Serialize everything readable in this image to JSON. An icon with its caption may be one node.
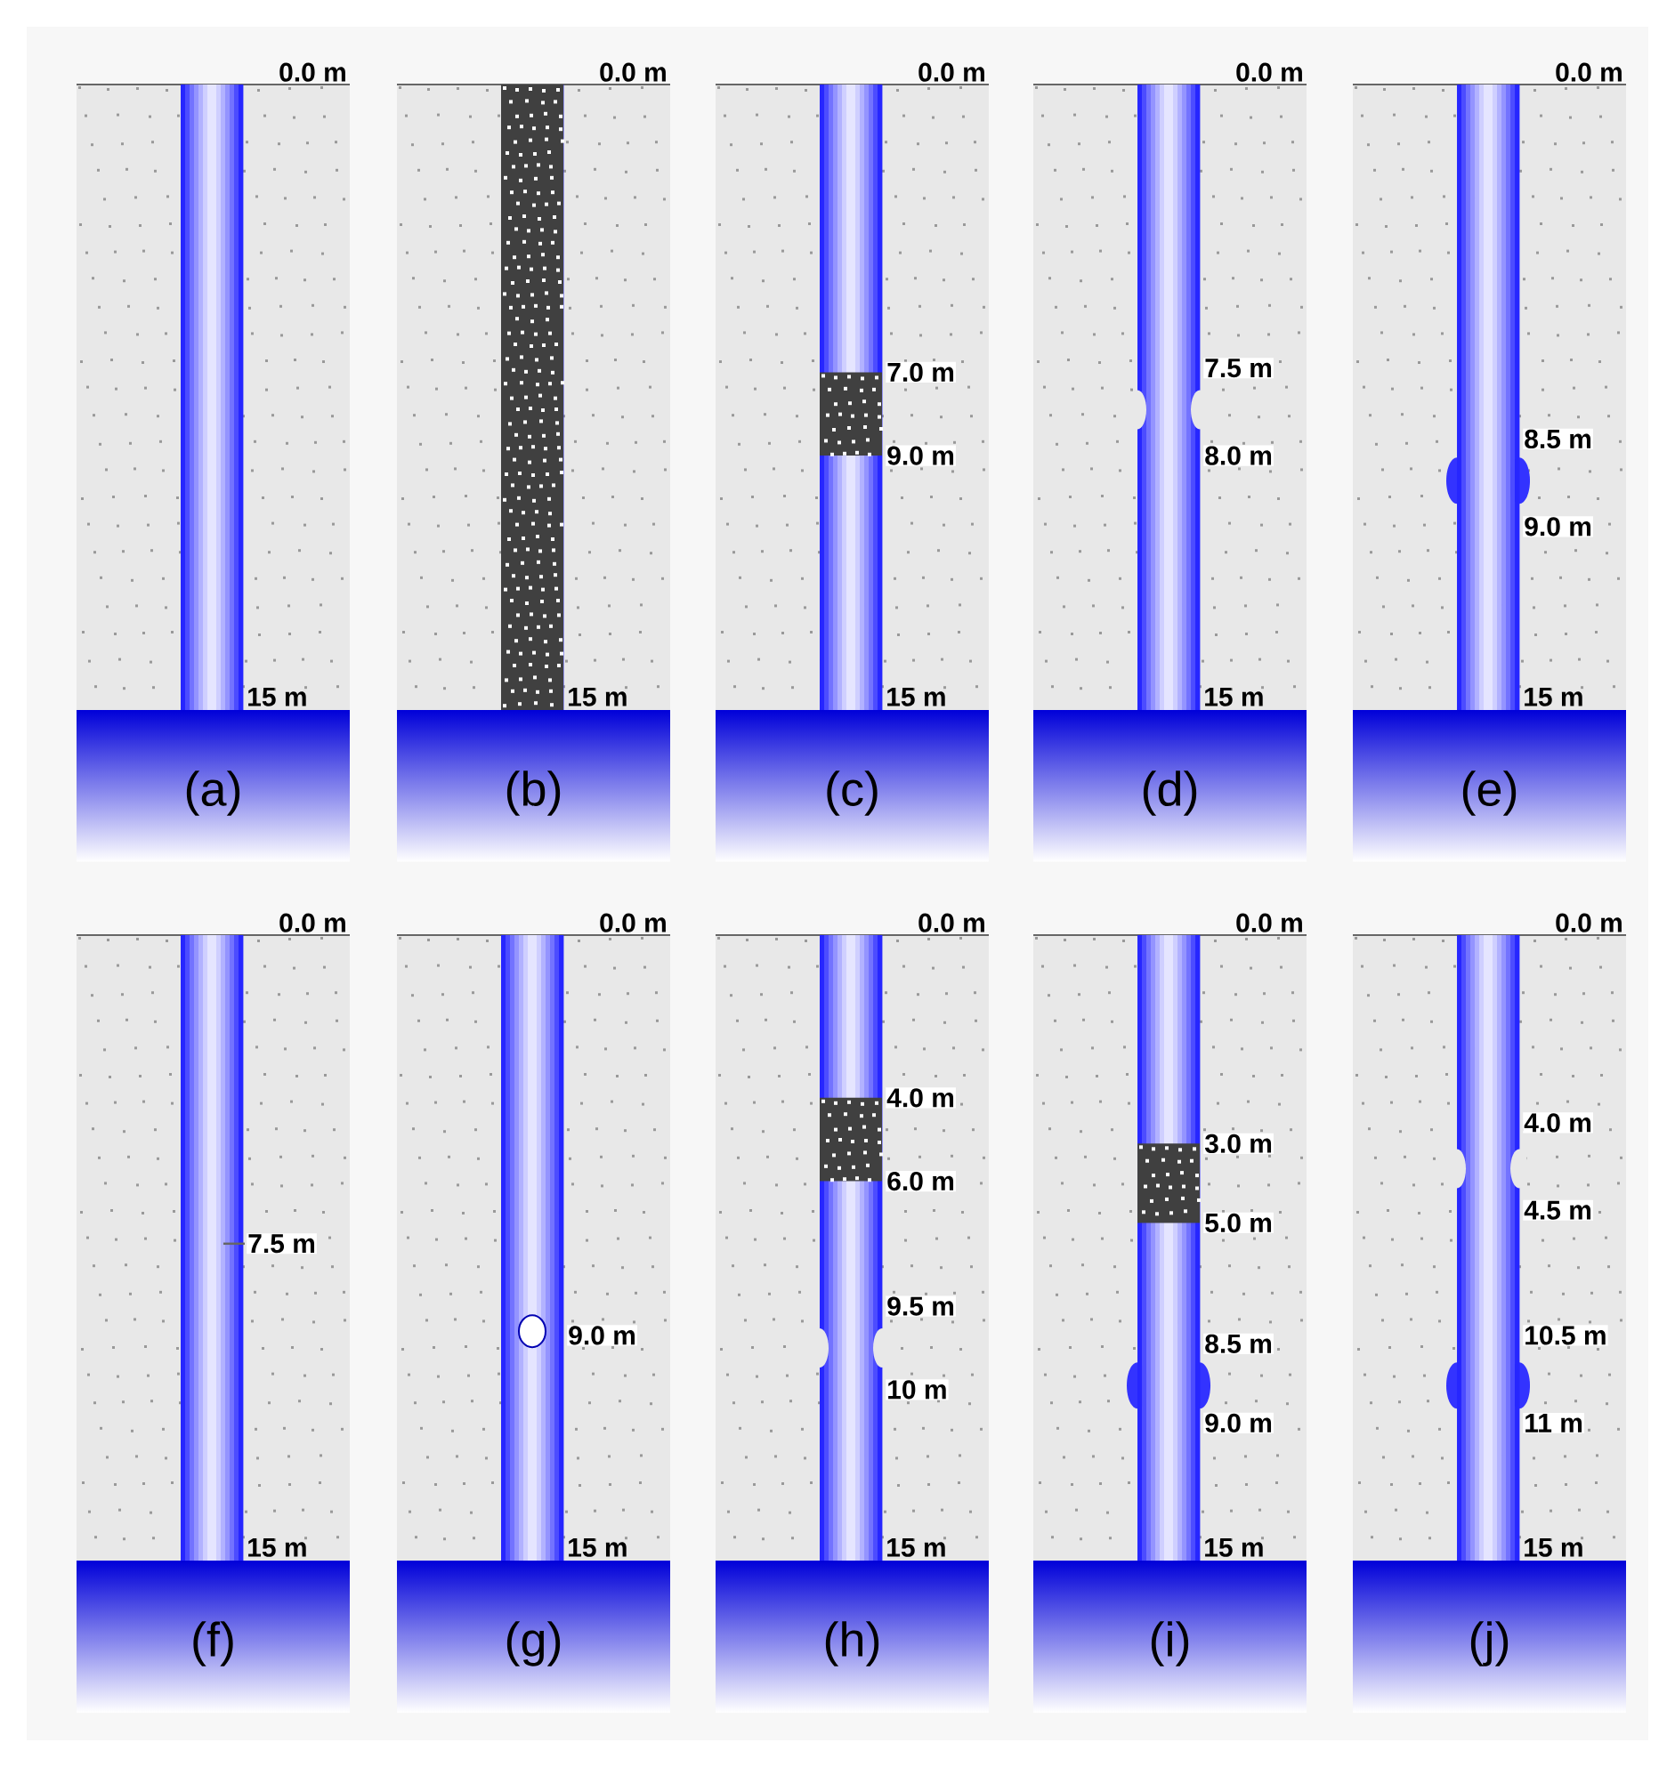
{
  "diagram": {
    "labels": [
      "0.0 m",
      "15 m",
      "(a)",
      "0.0 m",
      "15 m",
      "(b)",
      "0.0 m",
      "7.0 m",
      "9.0 m",
      "15 m",
      "(c)",
      "0.0 m",
      "7.5 m",
      "8.0 m",
      "15 m",
      "(d)",
      "0.0 m",
      "8.5 m",
      "9.0 m",
      "15 m",
      "(e)",
      "0.0 m",
      "7.5 m",
      "15 m",
      "(f)",
      "0.0 m",
      "9.0 m",
      "15 m",
      "(g)",
      "0.0 m",
      "4.0 m",
      "6.0 m",
      "9.5 m",
      "10 m",
      "15 m",
      "(h)",
      "0.0 m",
      "3.0 m",
      "5.0 m",
      "8.5 m",
      "9.0 m",
      "15 m",
      "(i)",
      "0.0 m",
      "4.0 m",
      "4.5 m",
      "10.5 m",
      "11 m",
      "15 m",
      "(j)"
    ]
  }
}
